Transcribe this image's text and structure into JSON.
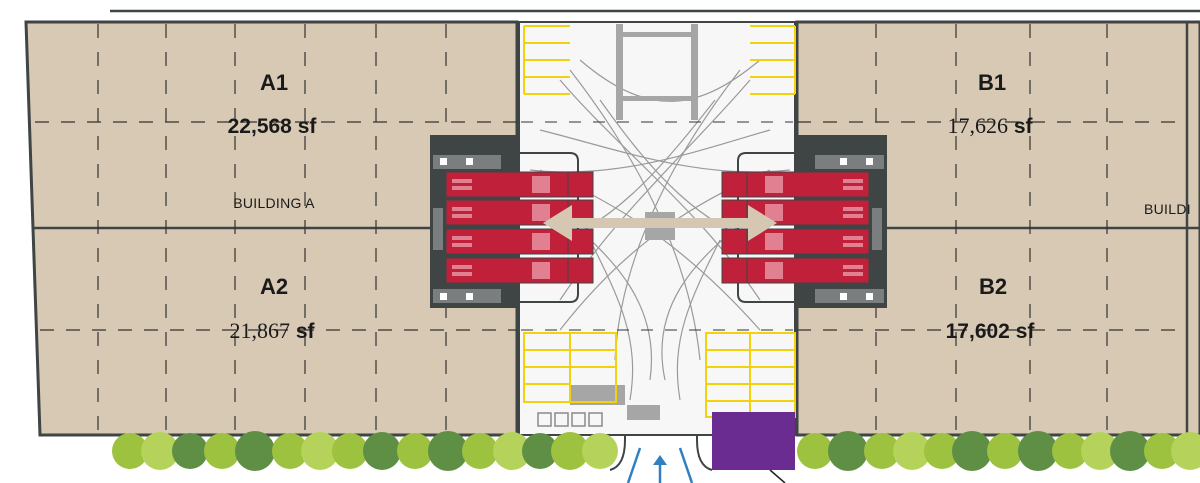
{
  "units": {
    "a1": {
      "name": "A1",
      "area_bold": "22,5",
      "area_rest": "68 sf"
    },
    "a2": {
      "name": "A2",
      "area_plain": "21,867",
      "area_sf": " sf"
    },
    "b1": {
      "name": "B1",
      "area_plain": "17,626",
      "area_sf": " sf"
    },
    "b2": {
      "name": "B2",
      "area_bold": "17,",
      "area_rest": "602 sf"
    }
  },
  "buildings": {
    "a": {
      "label": "BUILDING A"
    },
    "b": {
      "label": "BUILDI"
    }
  },
  "colors": {
    "floor": "#d8c9b4",
    "wall": "#3f4444",
    "truck": "#c0203a",
    "parking_stripe": "#f2d20a",
    "dumpster": "#6a2c91",
    "tree_light": "#9dc23f",
    "tree_dark": "#5e8f45",
    "arrow": "#d5c7b2",
    "entry_arrow": "#2f7fc1"
  },
  "icons": {
    "double_arrow": "double-arrow-icon",
    "entry_arrow": "entry-arrow-icon"
  }
}
